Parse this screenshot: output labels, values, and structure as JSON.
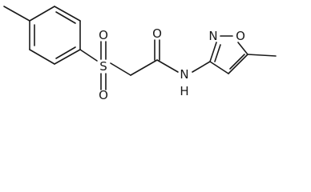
{
  "molecule": {
    "atoms": {
      "sulfur": "S",
      "sulfonyl_oxygen_top": "O",
      "sulfonyl_oxygen_bottom": "O",
      "carbonyl_oxygen": "O",
      "amide_nitrogen": "N",
      "amide_hydrogen": "H",
      "ring_nitrogen": "N",
      "ring_oxygen": "O"
    },
    "colors": {
      "bond": "#1a1a1a",
      "background": "#ffffff"
    }
  }
}
